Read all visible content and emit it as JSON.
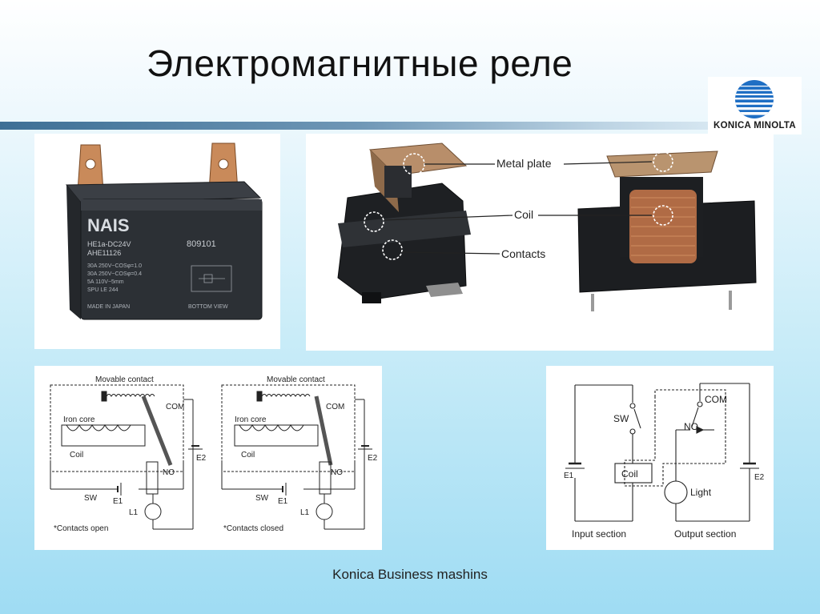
{
  "slide": {
    "title": "Электромагнитные реле",
    "footer": "Konica Business mashins"
  },
  "logo": {
    "text": "KONICA MINOLTA"
  },
  "relay_photo": {
    "brand": "NAIS",
    "model_line1": "HE1a-DC24V",
    "model_line2": "AHE11126",
    "code": "809101",
    "ratings": [
      "30A 250V~COSφ=1.0",
      "30A 250V~COSφ=0.4",
      "5A 110V~5mm",
      "SPU LE 244"
    ],
    "made_in": "MADE IN JAPAN",
    "bottom_view": "BOTTOM VIEW"
  },
  "cutaway": {
    "labels": {
      "metal_plate": "Metal plate",
      "coil": "Coil",
      "contacts": "Contacts"
    }
  },
  "schematic_left": {
    "movable_contact": "Movable contact",
    "iron_core": "Iron core",
    "coil": "Coil",
    "com": "COM",
    "no": "NO",
    "sw": "SW",
    "e1": "E1",
    "e2": "E2",
    "l1": "L1",
    "caption": "*Contacts open"
  },
  "schematic_right": {
    "movable_contact": "Movable contact",
    "iron_core": "Iron core",
    "coil": "Coil",
    "com": "COM",
    "no": "NO",
    "sw": "SW",
    "e1": "E1",
    "e2": "E2",
    "l1": "L1",
    "caption": "*Contacts closed"
  },
  "schematic_io": {
    "com": "COM",
    "no": "NO",
    "sw": "SW",
    "coil": "Coil",
    "light": "Light",
    "e1": "E1",
    "e2": "E2",
    "input_section": "Input section",
    "output_section": "Output section"
  }
}
